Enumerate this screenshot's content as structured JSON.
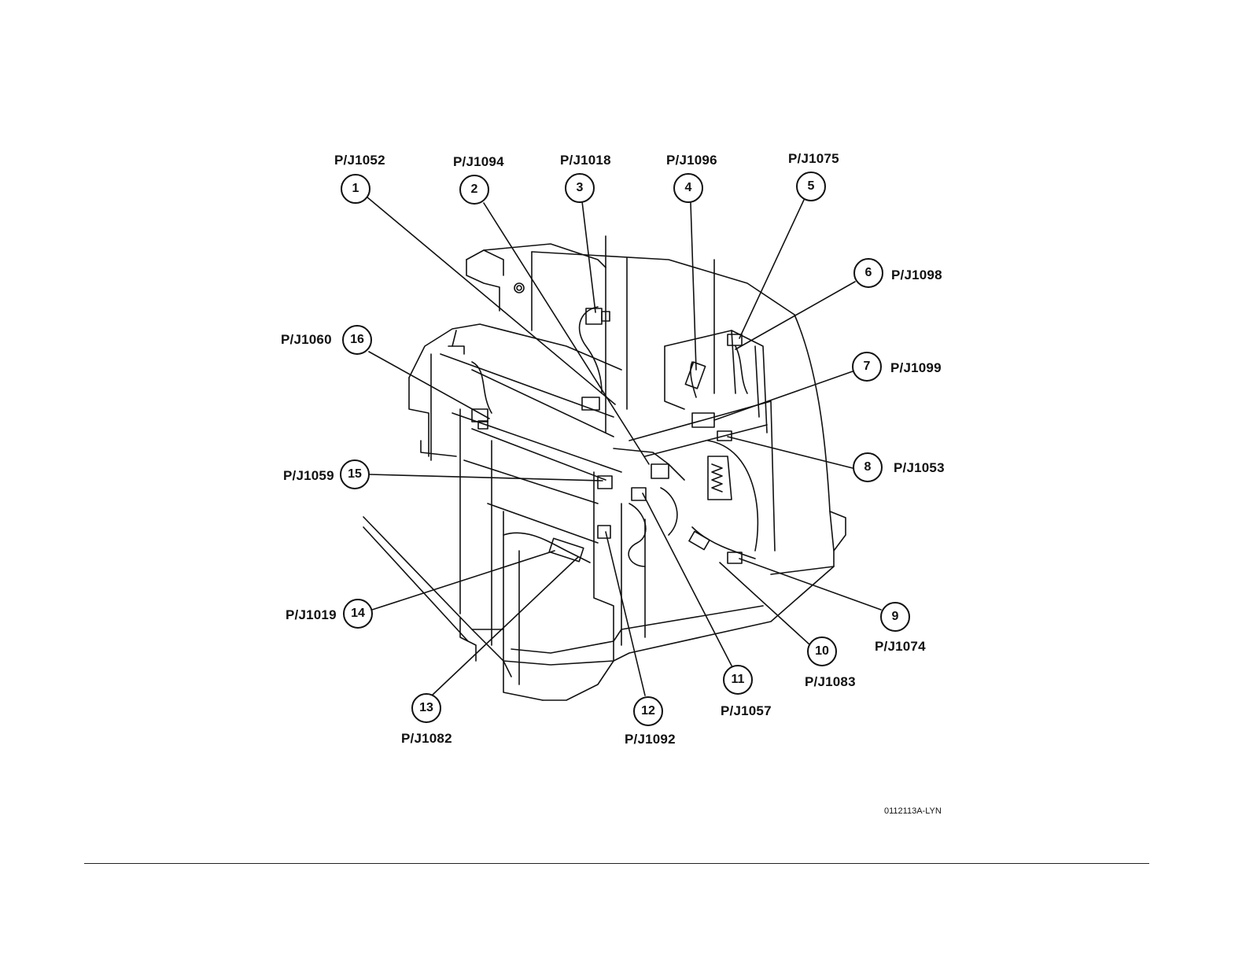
{
  "callouts": [
    {
      "num": "1",
      "label": "P/J1052"
    },
    {
      "num": "2",
      "label": "P/J1094"
    },
    {
      "num": "3",
      "label": "P/J1018"
    },
    {
      "num": "4",
      "label": "P/J1096"
    },
    {
      "num": "5",
      "label": "P/J1075"
    },
    {
      "num": "6",
      "label": "P/J1098"
    },
    {
      "num": "7",
      "label": "P/J1099"
    },
    {
      "num": "8",
      "label": "P/J1053"
    },
    {
      "num": "9",
      "label": "P/J1074"
    },
    {
      "num": "10",
      "label": "P/J1083"
    },
    {
      "num": "11",
      "label": "P/J1057"
    },
    {
      "num": "12",
      "label": "P/J1092"
    },
    {
      "num": "13",
      "label": "P/J1082"
    },
    {
      "num": "14",
      "label": "P/J1019"
    },
    {
      "num": "15",
      "label": "P/J1059"
    },
    {
      "num": "16",
      "label": "P/J1060"
    }
  ],
  "figure_code": "0112113A-LYN"
}
